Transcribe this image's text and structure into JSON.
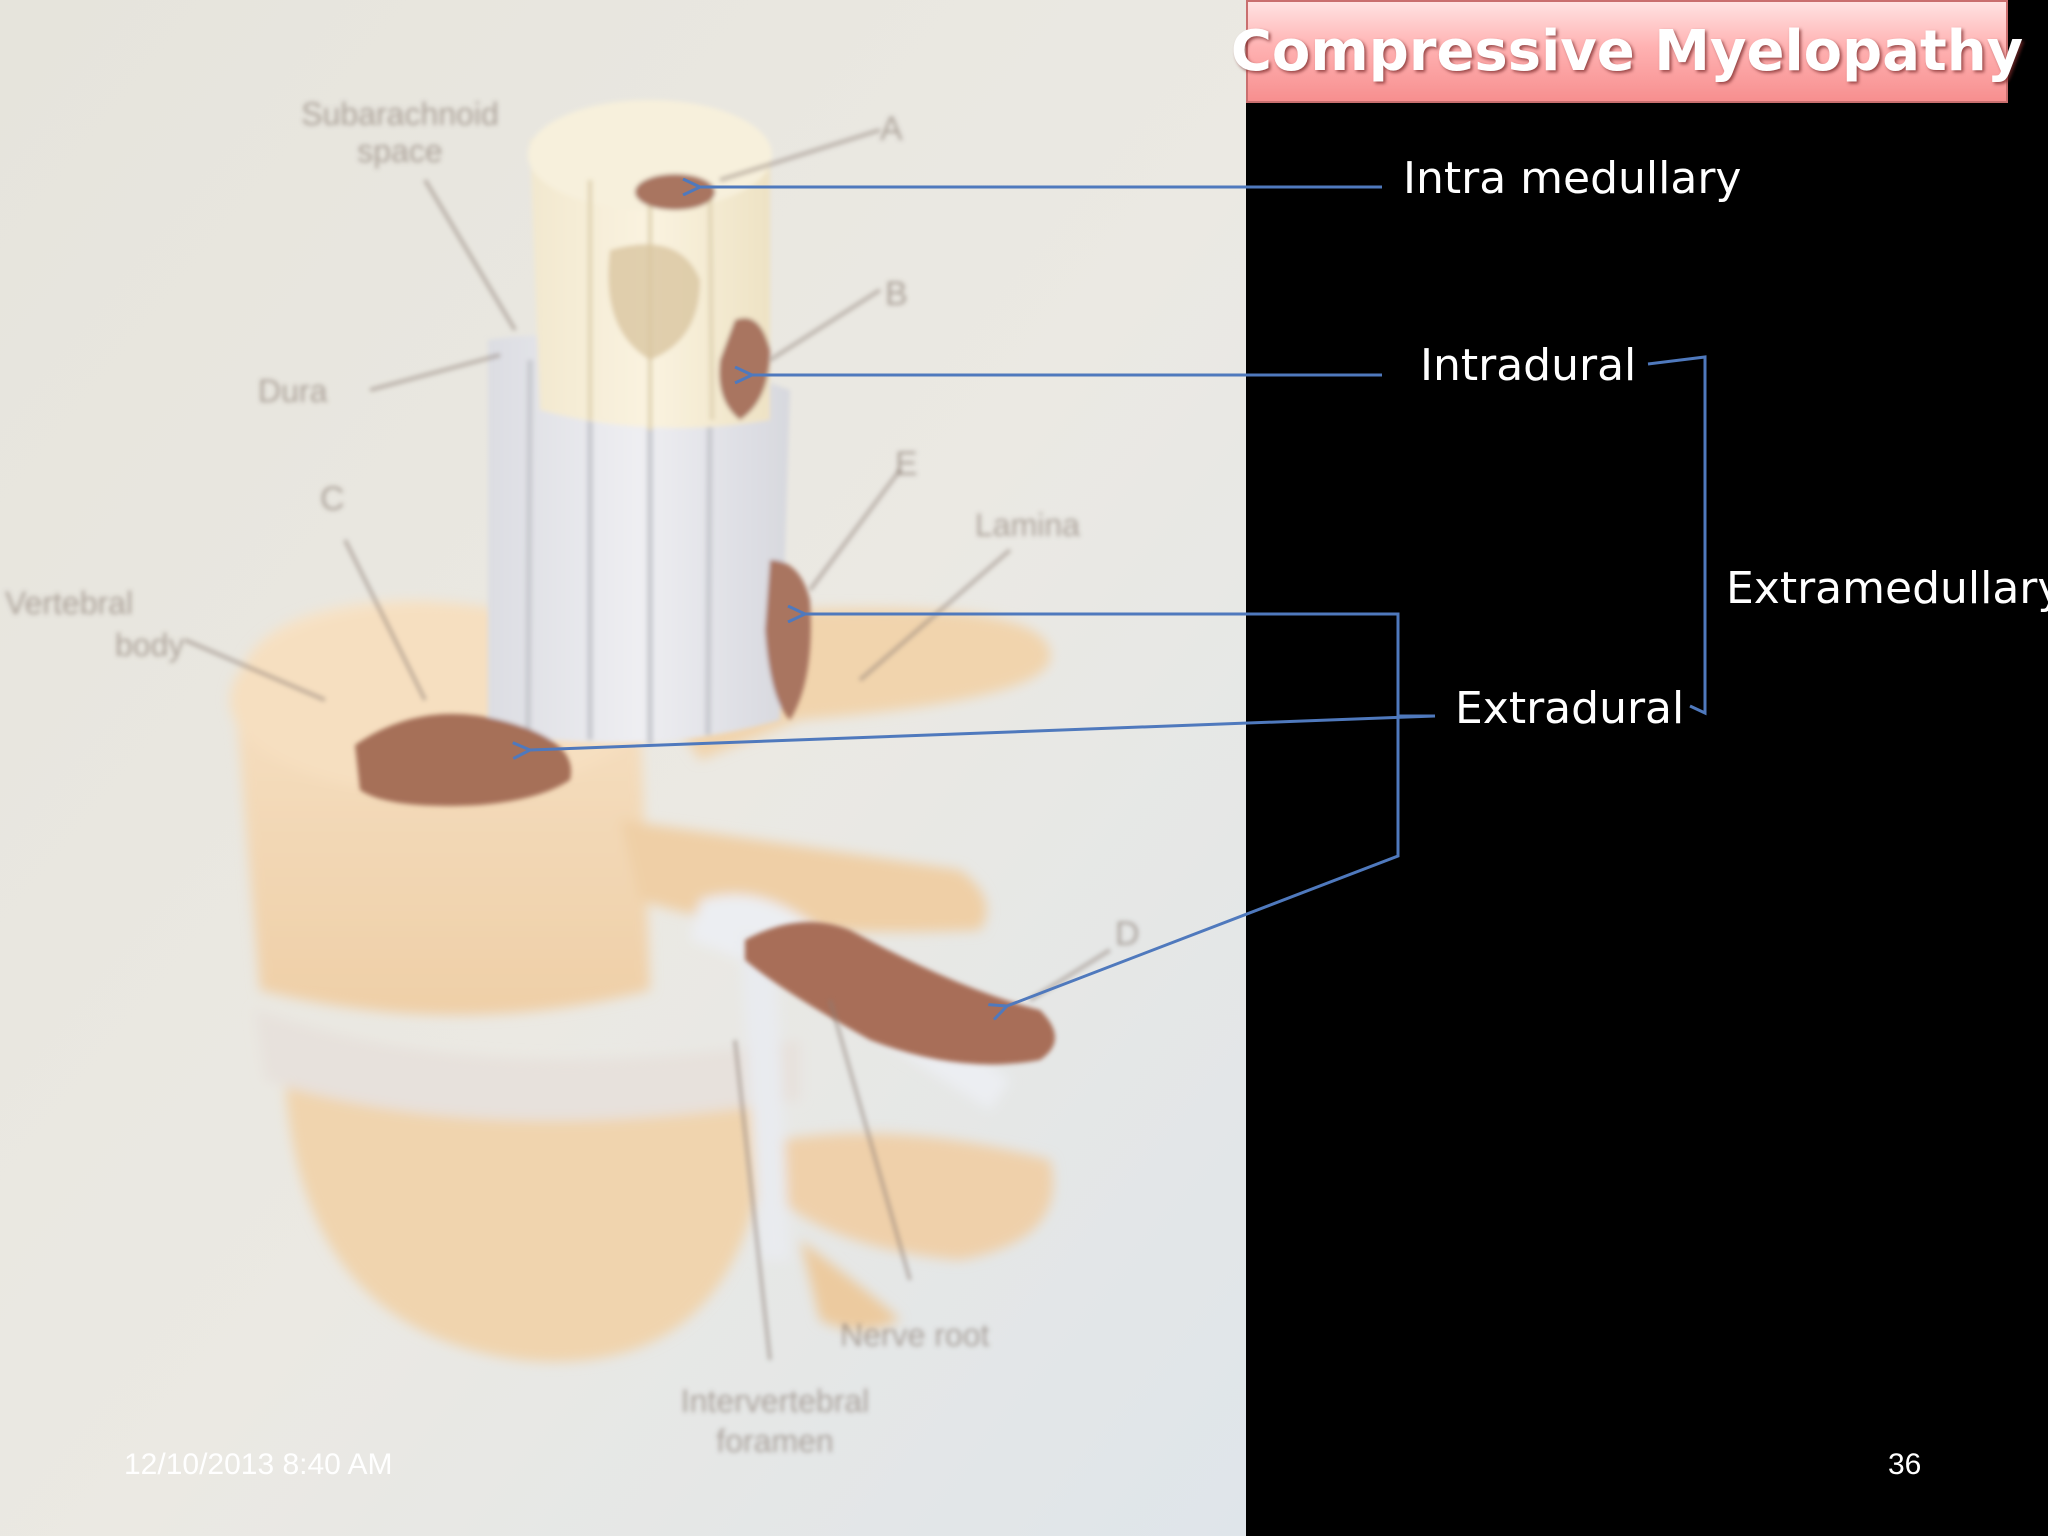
{
  "slide": {
    "title": "Compressive Myelopathy",
    "footer_date": "12/10/2013 8:40 AM",
    "page_number": "36"
  },
  "labels": {
    "intramedullary": "Intra medullary",
    "intradural": "Intradural",
    "extramedullary": "Extramedullary",
    "extradural": "Extradural"
  },
  "photo_labels": {
    "subarachnoid_line1": "Subarachnoid",
    "subarachnoid_line2": "space",
    "dura": "Dura",
    "vertebral_line1": "Vertebral",
    "vertebral_line2": "body",
    "lamina": "Lamina",
    "nerve_root": "Nerve root",
    "intervertebral_line1": "Intervertebral",
    "intervertebral_line2": "foramen",
    "letter_a": "A",
    "letter_b": "B",
    "letter_c": "C",
    "letter_d": "D",
    "letter_e": "E"
  },
  "colors": {
    "arrow": "#4f79bd",
    "background": "#000000",
    "title_gradient_top": "#ffe3e3",
    "title_gradient_bottom": "#f78f8f",
    "lesion": "#a86e58",
    "bone": "#f4d9b8"
  }
}
